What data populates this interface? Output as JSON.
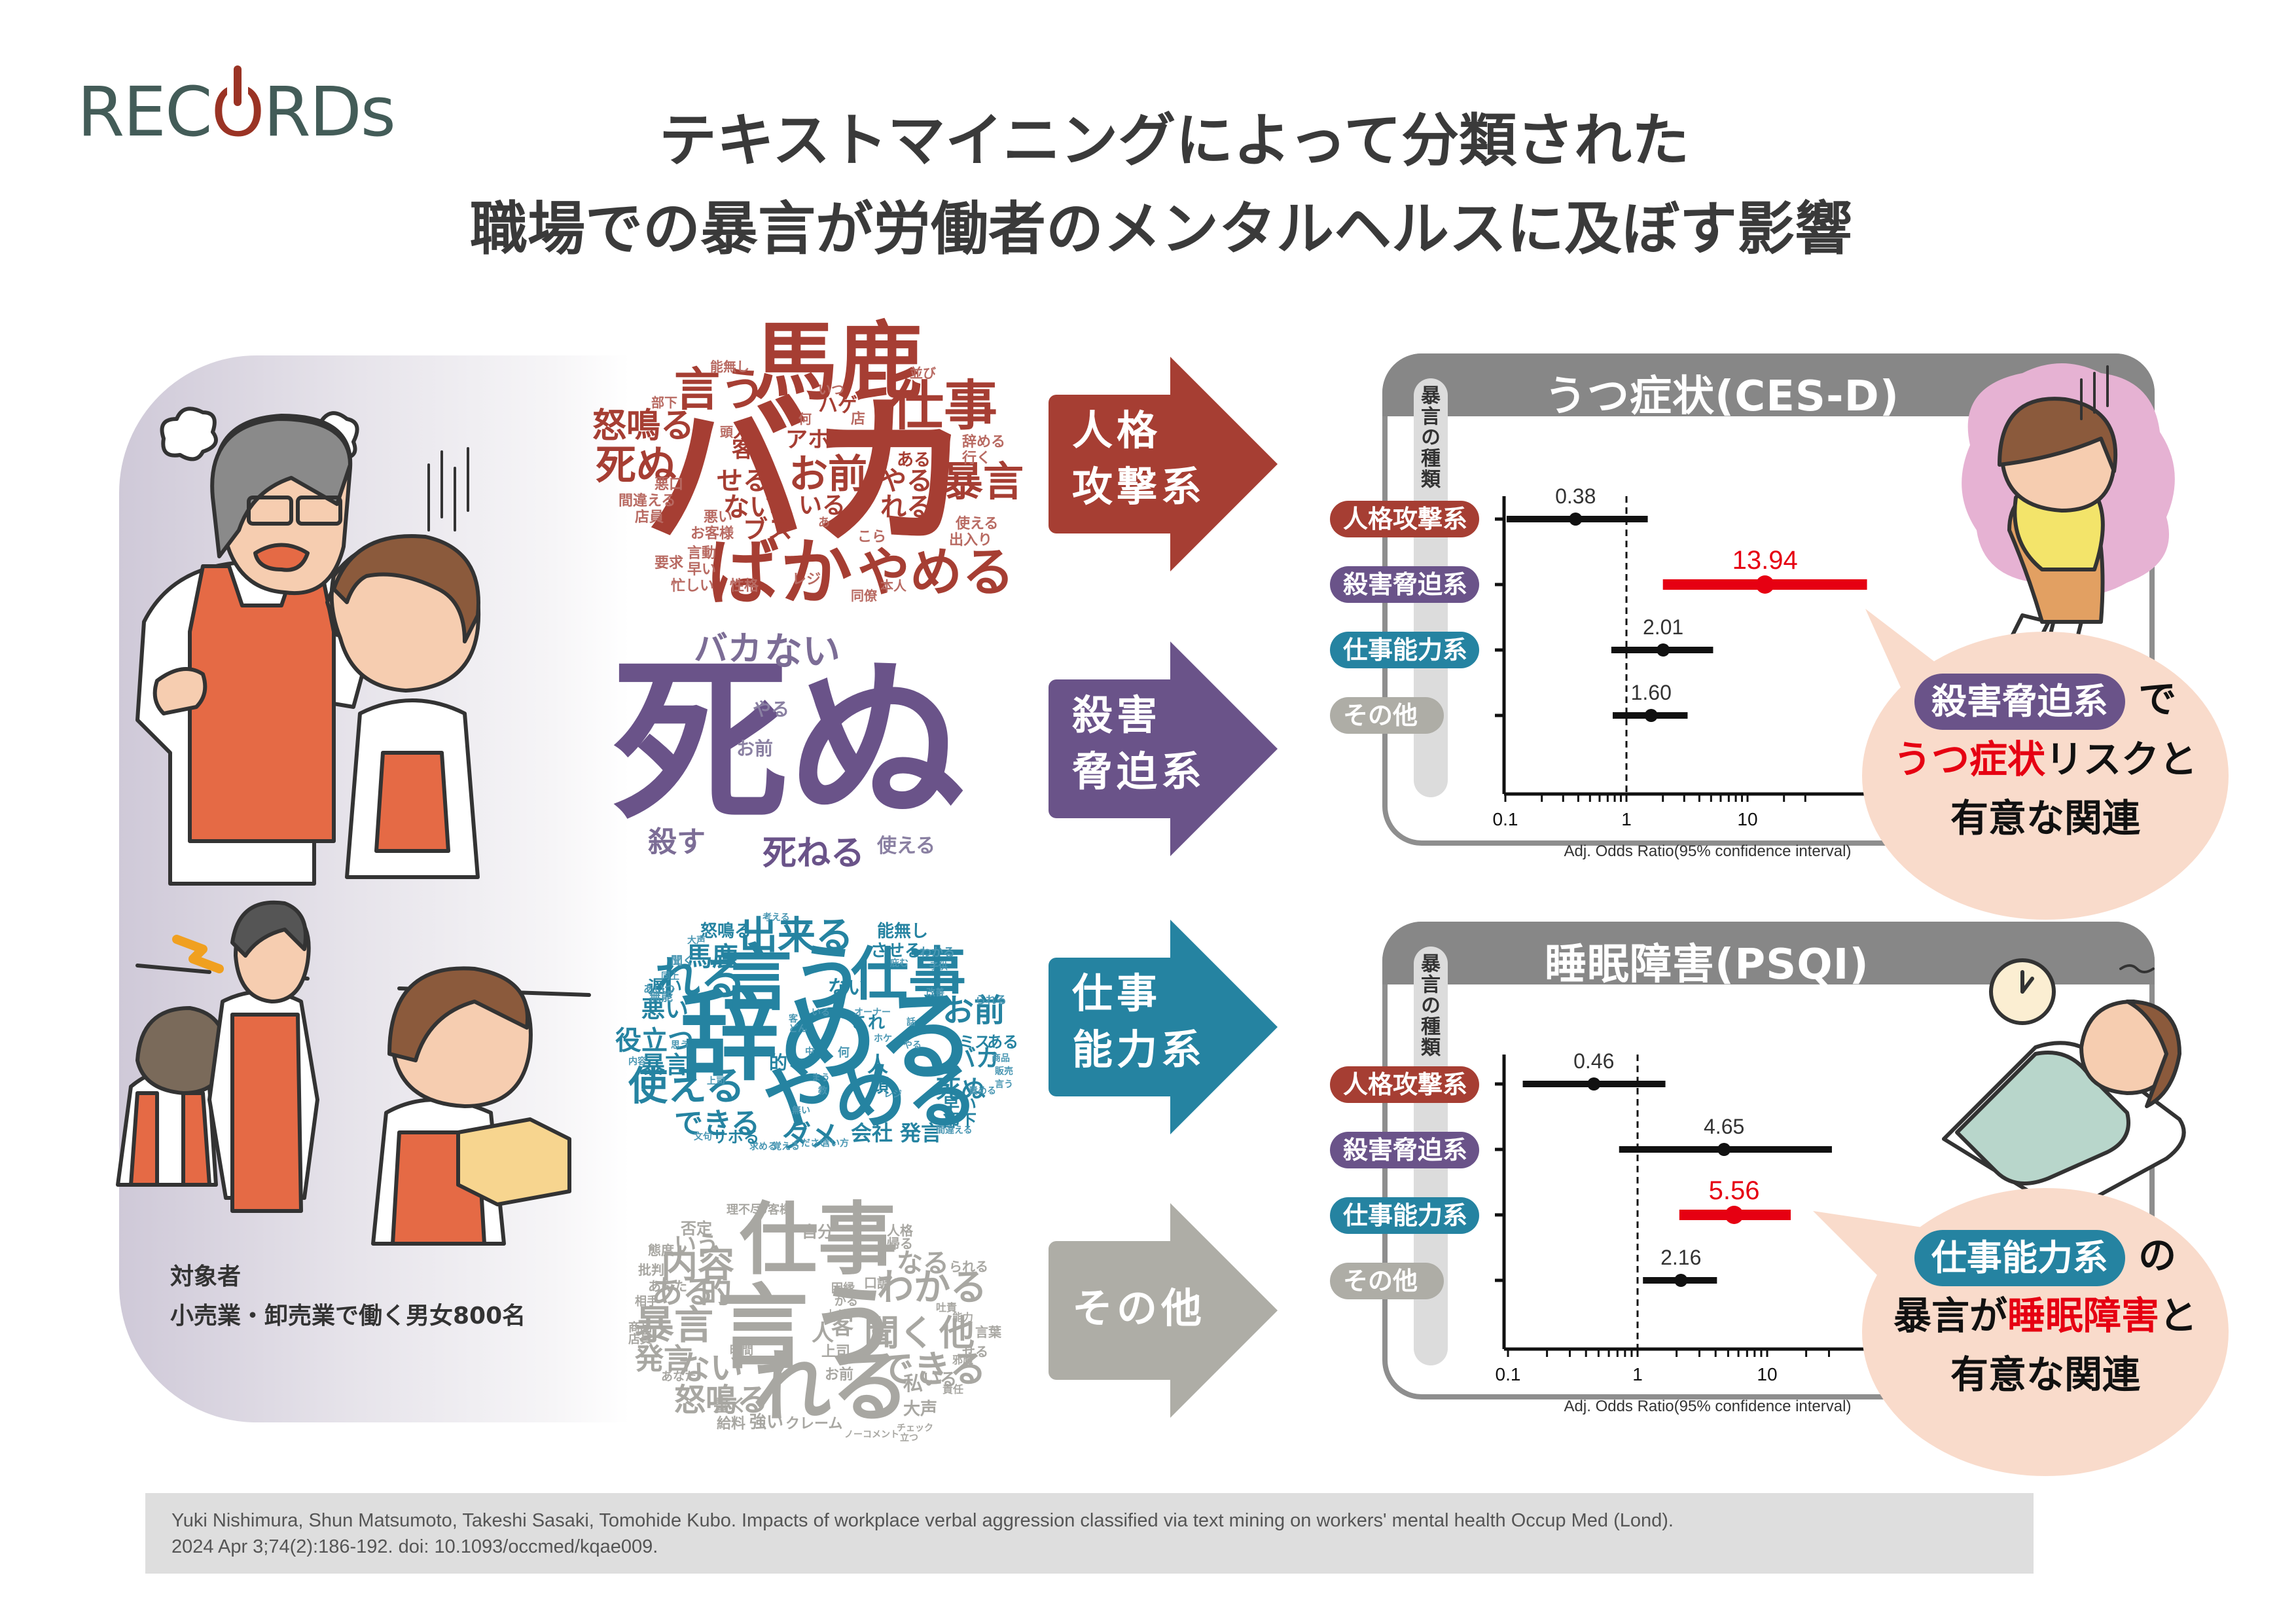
{
  "logo": {
    "text_pre": "REC",
    "text_o": "O",
    "text_post": "RDs"
  },
  "title": {
    "line1": "テキストマイニングによって分類された",
    "line2": "職場での暴言が労働者のメンタルヘルスに及ぼす影響"
  },
  "subject": {
    "heading": "対象者",
    "value": "小売業・卸売業で働く男女800名"
  },
  "colors": {
    "personal_attack": "#a63e33",
    "threat": "#6a5389",
    "work_ability": "#2583a1",
    "other": "#aeada6",
    "significant": "#e60012",
    "panel_border": "#8e8e8e",
    "bubble": "#f9dbcb"
  },
  "categories": [
    {
      "key": "personal_attack",
      "label": "人格攻撃系",
      "arrow_line1": "人格",
      "arrow_line2": "攻撃系"
    },
    {
      "key": "threat",
      "label": "殺害脅迫系",
      "arrow_line1": "殺害",
      "arrow_line2": "脅迫系"
    },
    {
      "key": "work_ability",
      "label": "仕事能力系",
      "arrow_line1": "仕事",
      "arrow_line2": "能力系"
    },
    {
      "key": "other",
      "label": "その他",
      "arrow_line1": "その他",
      "arrow_line2": ""
    }
  ],
  "word_clouds": {
    "personal_attack": {
      "large": [
        "バカ",
        "馬鹿",
        "ばか",
        "やめる",
        "仕事",
        "言う",
        "死ぬ",
        "怒鳴る",
        "暴言",
        "お前"
      ],
      "medium": [
        "せる",
        "ない",
        "やる",
        "れる",
        "いる",
        "ブス",
        "客",
        "人",
        "アホ",
        "ハゲ",
        "ある"
      ],
      "small": [
        "能無し",
        "並び",
        "部下",
        "いつ",
        "店",
        "何",
        "頭",
        "辞める",
        "行く",
        "悪口",
        "間違える",
        "店員",
        "悪い",
        "お客様",
        "あ",
        "使える",
        "出入り",
        "こら",
        "言動",
        "要求",
        "早い",
        "忙しい",
        "性格",
        "レジ",
        "同僚",
        "本人"
      ]
    },
    "threat": {
      "large": [
        "死ぬ"
      ],
      "medium": [
        "バカ",
        "ない",
        "死ねる",
        "殺す"
      ],
      "small": [
        "やる",
        "お前",
        "使える"
      ]
    },
    "work_ability": {
      "large": [
        "辞める",
        "言う",
        "やめる",
        "仕事",
        "れる",
        "使える",
        "出来る"
      ],
      "medium": [
        "お前",
        "馬鹿",
        "できる",
        "ダメ",
        "役立つ",
        "暴言",
        "悪い",
        "死ぬ",
        "バカ",
        "ない",
        "会社",
        "発言",
        "怒鳴る",
        "能無し",
        "させる",
        "遅い",
        "これ"
      ],
      "small": [
        "考える",
        "大声",
        "聞く",
        "同上",
        "無能",
        "あいつ",
        "わかる",
        "庇む",
        "子供",
        "改善",
        "られる",
        "いる",
        "オーナー",
        "話",
        "客",
        "どん",
        "ホケ",
        "やる",
        "ミス",
        "ある",
        "思う",
        "中",
        "何",
        "人",
        "的",
        "頭",
        "上司",
        "まう",
        "教",
        "レジ",
        "早い",
        "部下",
        "商品",
        "販売",
        "言う",
        "内容",
        "無い",
        "求める",
        "覚える",
        "ください",
        "言い方",
        "文句",
        "サボる",
        "間違える",
        "責める"
      ]
    },
    "other": {
      "large": [
        "言う",
        "仕事",
        "れる"
      ],
      "medium": [
        "暴言",
        "内容",
        "わかる",
        "聞く",
        "他",
        "できる",
        "ない",
        "怒鳴る",
        "発言",
        "ある",
        "的",
        "なる",
        "いう",
        "人",
        "客"
      ],
      "small": [
        "理不尽",
        "お客様",
        "否定",
        "自分",
        "人格",
        "帰る",
        "態度",
        "批判",
        "あんた",
        "相手",
        "商品",
        "店員",
        "られる",
        "言葉",
        "せる",
        "私",
        "いる",
        "大声",
        "書く",
        "給料",
        "強い",
        "クレーム",
        "お前",
        "上司",
        "時間",
        "あなた",
        "口調",
        "困縁",
        "がる",
        "レジ",
        "吐責",
        "能力",
        "邪魔",
        "責任",
        "チェック",
        "立つ",
        "ノーコメント"
      ]
    }
  },
  "charts": [
    {
      "title": "うつ症状(CES-D)",
      "side_label": "暴言の種類",
      "xlabel": "Adj. Odds Ratio(95% confidence interval)",
      "xticks": [
        "0.1",
        "1",
        "10"
      ],
      "bubble": {
        "tag": "殺害脅迫系",
        "after_tag": "で",
        "line2_red": "うつ症状",
        "line2_rest": "リスクと",
        "line3": "有意な関連"
      }
    },
    {
      "title": "睡眠障害(PSQI)",
      "side_label": "暴言の種類",
      "xlabel": "Adj. Odds Ratio(95% confidence interval)",
      "xticks": [
        "0.1",
        "1",
        "10"
      ],
      "bubble": {
        "tag": "仕事能力系",
        "after_tag": "の",
        "line2_pre": "暴言が",
        "line2_red": "睡眠障害",
        "line2_rest": "と",
        "line3": "有意な関連"
      }
    }
  ],
  "chart_data": [
    {
      "type": "scatter",
      "subtype": "forest_plot",
      "title": "うつ症状(CES-D)",
      "xlabel": "Adj. Odds Ratio(95% confidence interval)",
      "ylabel": "暴言の種類",
      "xscale": "log",
      "xlim": [
        0.07,
        100
      ],
      "reference_line": 1,
      "categories": [
        "人格攻撃系",
        "殺害脅迫系",
        "仕事能力系",
        "その他"
      ],
      "values": [
        0.38,
        13.94,
        2.01,
        1.6
      ],
      "ci_lower": [
        0.095,
        2.0,
        0.75,
        0.77
      ],
      "ci_upper": [
        1.5,
        97,
        5.2,
        3.2
      ],
      "significant": [
        false,
        true,
        false,
        false
      ],
      "value_labels": [
        "0.38",
        "13.94",
        "2.01",
        "1.60"
      ]
    },
    {
      "type": "scatter",
      "subtype": "forest_plot",
      "title": "睡眠障害(PSQI)",
      "xlabel": "Adj. Odds Ratio(95% confidence interval)",
      "ylabel": "暴言の種類",
      "xscale": "log",
      "xlim": [
        0.1,
        35
      ],
      "reference_line": 1,
      "categories": [
        "人格攻撃系",
        "殺害脅迫系",
        "仕事能力系",
        "その他"
      ],
      "values": [
        0.46,
        4.65,
        5.56,
        2.16
      ],
      "ci_lower": [
        0.13,
        0.72,
        2.1,
        1.1
      ],
      "ci_upper": [
        1.64,
        31.6,
        15.2,
        4.1
      ],
      "significant": [
        false,
        false,
        true,
        false
      ],
      "value_labels": [
        "0.46",
        "4.65",
        "5.56",
        "2.16"
      ]
    }
  ],
  "citation": {
    "line1": "Yuki Nishimura, Shun Matsumoto, Takeshi Sasaki, Tomohide Kubo. Impacts of workplace verbal aggression classified via text mining on workers' mental health Occup Med (Lond).",
    "line2": "2024 Apr 3;74(2):186-192. doi: 10.1093/occmed/kqae009."
  }
}
